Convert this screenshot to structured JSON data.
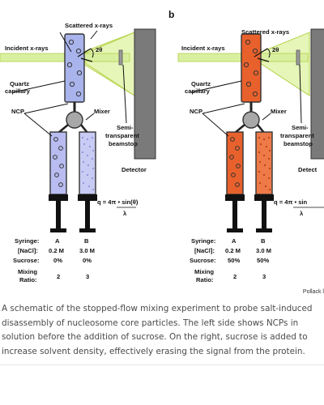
{
  "panels": [
    {
      "letter": "",
      "labels": {
        "scattered": "Scattered x-rays",
        "incident": "Incident x-rays",
        "angle": "2θ",
        "quartz1": "Quartz",
        "quartz2": "capillary",
        "ncp": "NCP",
        "mixer": "Mixer",
        "semi1": "Semi-",
        "semi2": "transparent",
        "semi3": "beamstop",
        "detector": "Detector",
        "formula": "q = 4π • sin(θ)",
        "lambda": "λ"
      },
      "table": {
        "syringe_label": "Syringe:",
        "syringe_a": "A",
        "syringe_b": "B",
        "nacl_label": "[NaCl]:",
        "nacl_a": "0.2 M",
        "nacl_b": "3.0 M",
        "sucrose_label": "Sucrose:",
        "sucrose_a": "0%",
        "sucrose_b": "0%",
        "mixing_label1": "Mixing",
        "mixing_label2": "Ratio:",
        "mixing_a": "2",
        "mixing_b": "3"
      },
      "syringe_color": "#b8bcf0",
      "capillary_color": "#a9b4ec"
    },
    {
      "letter": "b",
      "labels": {
        "scattered": "Scattered x-rays",
        "incident": "Incident x-rays",
        "angle": "2θ",
        "quartz1": "Quartz",
        "quartz2": "capillary",
        "ncp": "NCP",
        "mixer": "Mixer",
        "semi1": "Semi-",
        "semi2": "transparent",
        "semi3": "beamstop",
        "detector": "Detect",
        "formula": "q = 4π • sin",
        "lambda": "λ"
      },
      "table": {
        "syringe_label": "Syringe:",
        "syringe_a": "A",
        "syringe_b": "B",
        "nacl_label": "[NaCl]:",
        "nacl_a": "0.2 M",
        "nacl_b": "3.0 M",
        "sucrose_label": "Sucrose:",
        "sucrose_a": "50%",
        "sucrose_b": "50%",
        "mixing_label1": "Mixing",
        "mixing_label2": "Ratio:",
        "mixing_a": "2",
        "mixing_b": "3"
      },
      "syringe_color": "#e8612c",
      "capillary_color": "#e8612c"
    }
  ],
  "credit": "Pollack l",
  "caption": "A schematic of the stopped-flow mixing experiment to probe salt-induced disassembly of nucleosome core particles. The left side shows NCPs in solution before the addition of sucrose. On the right, sucrose is added to increase solvent density, effectively erasing the signal from the protein.",
  "colors": {
    "beam_fill": "#e6f5b8",
    "beam_edge": "#b5d24a",
    "detector": "#7a7a7a",
    "mixer": "#a8a8a8"
  }
}
